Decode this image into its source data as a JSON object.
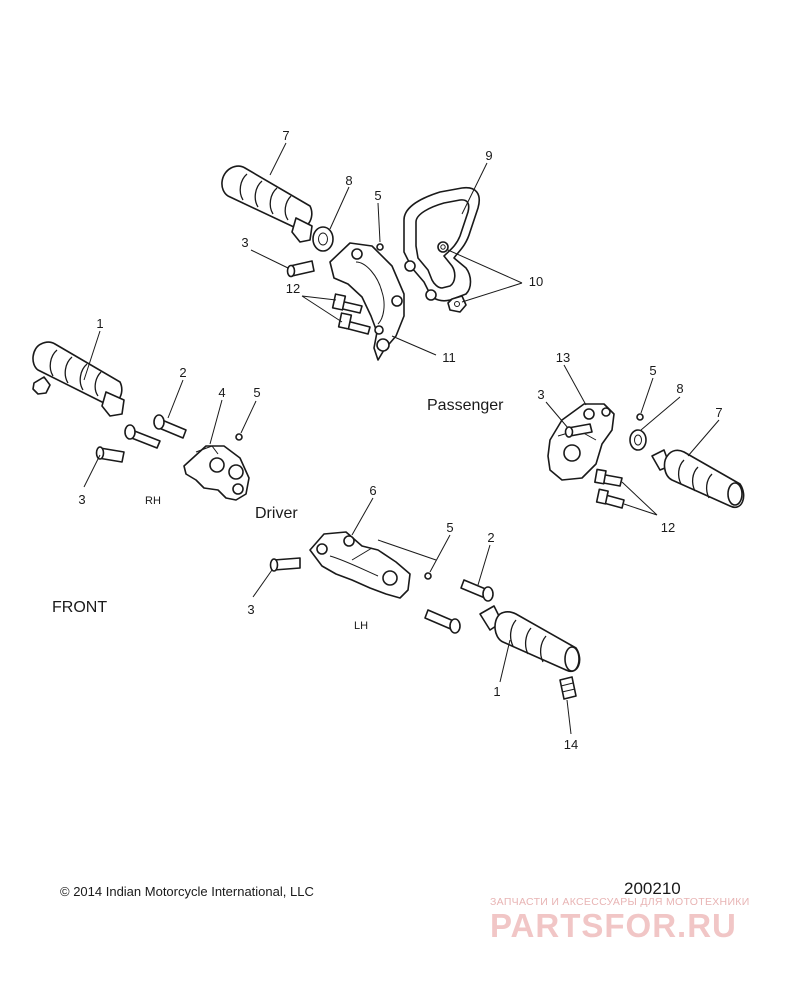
{
  "group_labels": {
    "passenger": "Passenger",
    "driver": "Driver",
    "front": "FRONT"
  },
  "side_labels": {
    "rh": "RH",
    "lh": "LH"
  },
  "callouts": {
    "passenger_left_peg": "7",
    "passenger_left_washer": "8",
    "passenger_left_detent": "5",
    "passenger_left_pin": "3",
    "passenger_left_bolts": "12",
    "passenger_left_bracket": "11",
    "passenger_right_guard": "9",
    "passenger_right_fasteners": "10",
    "driver_rh_peg": "1",
    "driver_rh_bolt": "2",
    "driver_rh_mount": "4",
    "driver_rh_detent": "5",
    "driver_rh_pin": "3",
    "passenger_right_mount": "13",
    "passenger_right_detent": "5",
    "passenger_right_washer": "8",
    "passenger_right_pin": "3",
    "passenger_right_peg": "7",
    "passenger_right_bolts": "12",
    "driver_lh_bracket": "6",
    "driver_lh_detent": "5",
    "driver_lh_bolt": "2",
    "driver_lh_pin": "3",
    "driver_lh_peg": "1",
    "driver_lh_fitting": "14"
  },
  "footer": {
    "copyright": "© 2014 Indian Motorcycle International, LLC",
    "figure_number": "200210"
  },
  "watermark": {
    "tagline": "ЗАПЧАСТИ И АКСЕССУАРЫ ДЛЯ МОТОТЕХНИКИ",
    "logo": "PARTSFOR.RU"
  }
}
